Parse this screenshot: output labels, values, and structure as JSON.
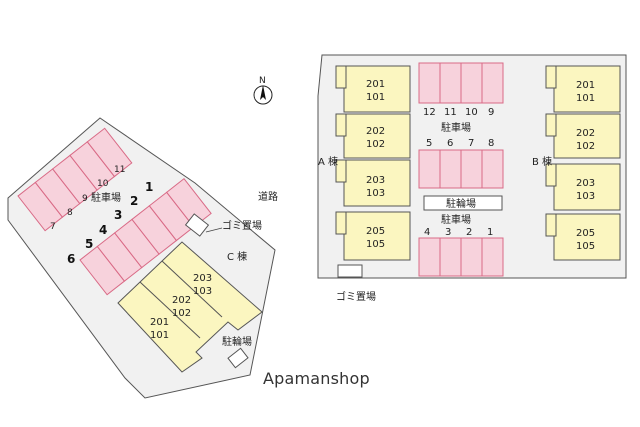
{
  "compass": "N",
  "road_label": "道路",
  "left_site": {
    "parking_label": "駐車場",
    "lot_numbers_upper": [
      "11",
      "10",
      "9",
      "8",
      "7"
    ],
    "lot_numbers_lower": [
      "1",
      "2",
      "3",
      "4",
      "5",
      "6"
    ],
    "building_label": "C 棟",
    "garbage_label": "ゴミ置場",
    "bicycle_label": "駐輪場",
    "units": [
      {
        "upper": "201",
        "lower": "101"
      },
      {
        "upper": "202",
        "lower": "102"
      },
      {
        "upper": "203",
        "lower": "103"
      }
    ]
  },
  "right_site": {
    "building_a_label": "A 棟",
    "building_b_label": "B 棟",
    "parking_label_top": "駐車場",
    "parking_label_bottom": "駐車場",
    "bicycle_label": "駐輪場",
    "garbage_label": "ゴミ置場",
    "lots_top": [
      "12",
      "11",
      "10",
      "9"
    ],
    "lots_middle": [
      "5",
      "6",
      "7",
      "8"
    ],
    "lots_bottom": [
      "4",
      "3",
      "2",
      "1"
    ],
    "units_a": [
      {
        "upper": "201",
        "lower": "101"
      },
      {
        "upper": "202",
        "lower": "102"
      },
      {
        "upper": "203",
        "lower": "103"
      },
      {
        "upper": "205",
        "lower": "105"
      }
    ],
    "units_b": [
      {
        "upper": "201",
        "lower": "101"
      },
      {
        "upper": "202",
        "lower": "102"
      },
      {
        "upper": "203",
        "lower": "103"
      },
      {
        "upper": "205",
        "lower": "105"
      }
    ]
  },
  "brand": "Apamanshop",
  "colors": {
    "parking": "#f7d2dc",
    "building": "#fbf6c0",
    "site": "#f1f1f1"
  }
}
